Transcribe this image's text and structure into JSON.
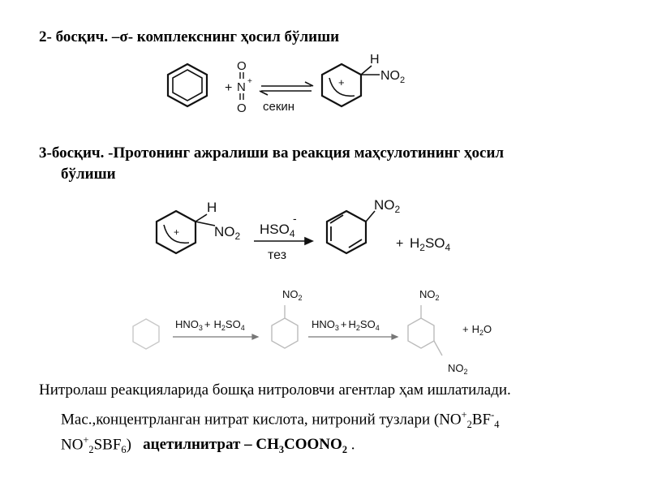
{
  "step2": {
    "title": "2- босқич.  –σ- комплекснинг ҳосил бўлиши",
    "nitronium_plus": "+",
    "nitronium_N": "N",
    "nitronium_O_top": "O",
    "nitronium_O_bottom": "O",
    "nitronium_charge": "+",
    "sigma_charge": "+",
    "sigma_H": "H",
    "sigma_group": "NO",
    "sigma_group_sub": "2",
    "speed_label": "секин"
  },
  "step3": {
    "title_line1": "3-босқич. -Протонинг ажралиши ва реакция маҳсулотининг ҳосил",
    "title_line2": "бўлиши",
    "sigma_charge": "+",
    "sigma_H": "H",
    "sigma_group": "NO",
    "sigma_group_sub": "2",
    "reagent": "HSO",
    "reagent_sub": "4",
    "reagent_charge": "-",
    "speed_label": "тез",
    "product_group": "NO",
    "product_group_sub": "2",
    "byproduct_plus": "+",
    "byproduct": "H",
    "byproduct_sub1": "2",
    "byproduct_mid": "SO",
    "byproduct_sub2": "4"
  },
  "nitration_chain": {
    "reagent1_a": "HNO",
    "reagent1_a_sub": "3",
    "reagent1_plus": "+",
    "reagent1_b": "H",
    "reagent1_b_sub1": "2",
    "reagent1_b_mid": "SO",
    "reagent1_b_sub2": "4",
    "mono_group": "NO",
    "mono_group_sub": "2",
    "reagent2_a": "HNO",
    "reagent2_a_sub": "3",
    "reagent2_plus": "+",
    "reagent2_b": "H",
    "reagent2_b_sub1": "2",
    "reagent2_b_mid": "SO",
    "reagent2_b_sub2": "4",
    "di_group_top": "NO",
    "di_group_top_sub": "2",
    "di_group_bottom": "NO",
    "di_group_bottom_sub": "2",
    "water_plus": "+",
    "water": "H",
    "water_sub": "2",
    "water_end": "O"
  },
  "paragraph": {
    "line1": "Нитролаш реакцияларида бошқа нитроловчи агентлар ҳам ишлатилади.",
    "line2_text": "Мас.,концентрланган нитрат кислота, нитроний тузлари (NO",
    "line2_sup1": "+",
    "line2_sub1": "2",
    "line2_mid": "BF",
    "line2_sup2": "-",
    "line2_sub2": "4",
    "line3_a": "NO",
    "line3_sup1": "+",
    "line3_sub1": "2",
    "line3_b": "SBF",
    "line3_sub2": "6",
    "line3_c": ")",
    "bold_a": "ацетилнитрат – CH",
    "bold_sub1": "3",
    "bold_b": "COONO",
    "bold_sub2": "2",
    "line3_end": " ."
  }
}
